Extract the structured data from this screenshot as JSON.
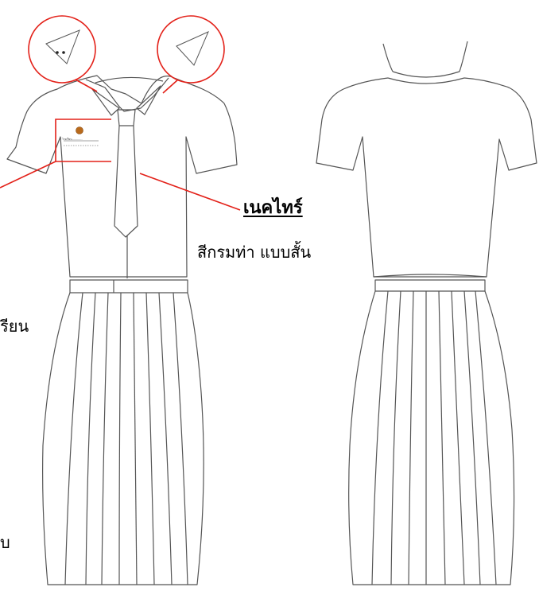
{
  "labels": {
    "necktie_title": "เนคไทร์",
    "necktie_desc": "สีกรมท่า แบบสั้น",
    "cut_text_1": "รียน",
    "cut_text_2": "บ",
    "name_tag_line": "โรงเรียน............"
  },
  "colors": {
    "callout": "#e32119",
    "outline": "#555555",
    "emblem": "#b86a1c"
  },
  "views": [
    "front-view",
    "back-view"
  ]
}
